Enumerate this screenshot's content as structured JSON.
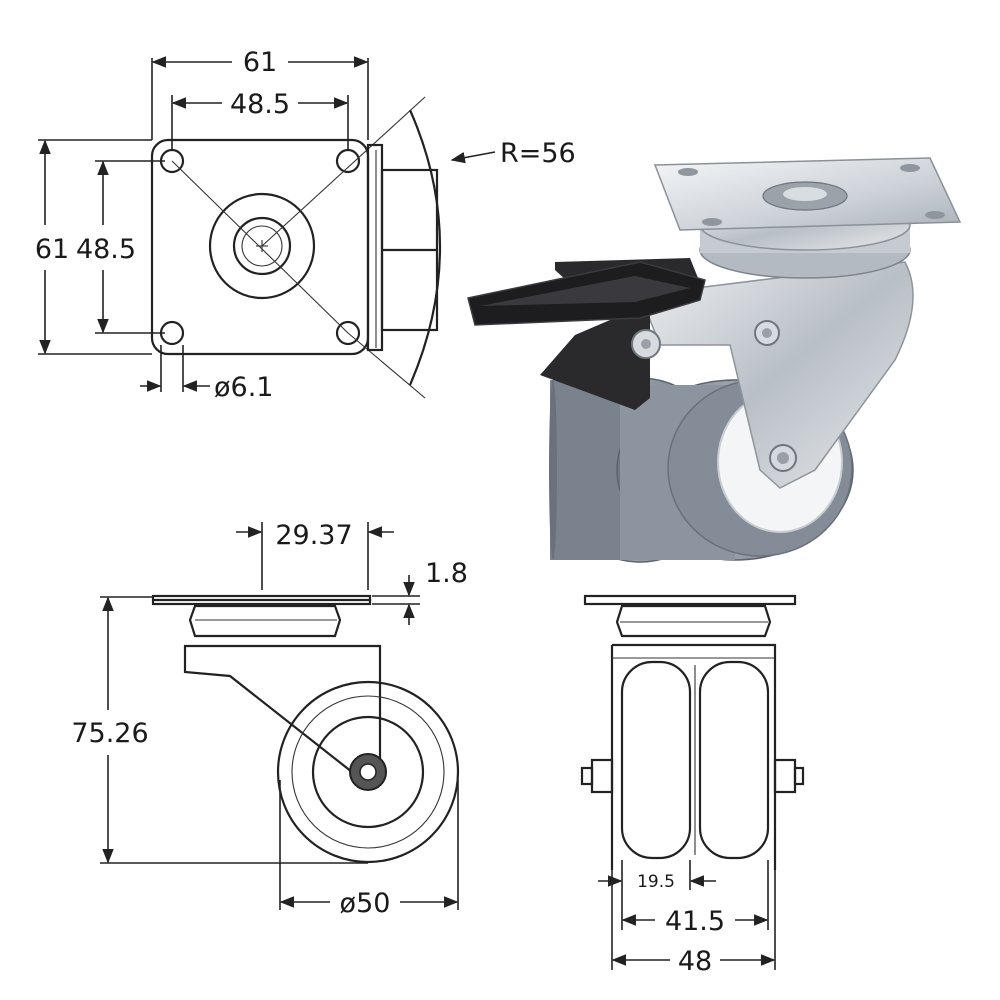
{
  "top_view": {
    "width_outer": "61",
    "width_holes": "48.5",
    "height_outer": "61",
    "height_holes": "48.5",
    "radius": "R=56",
    "hole_diameter": "ø6.1"
  },
  "side_view": {
    "offset": "29.37",
    "plate_thickness": "1.8",
    "height": "75.26",
    "wheel_diameter": "ø50"
  },
  "front_view": {
    "wheel_width": "19.5",
    "inner_width": "41.5",
    "outer_width": "48"
  },
  "colors": {
    "line": "#222222",
    "wheel_grey": "#8a929e",
    "metal": "#c9ced4",
    "lock_black": "#1d1d1f"
  }
}
